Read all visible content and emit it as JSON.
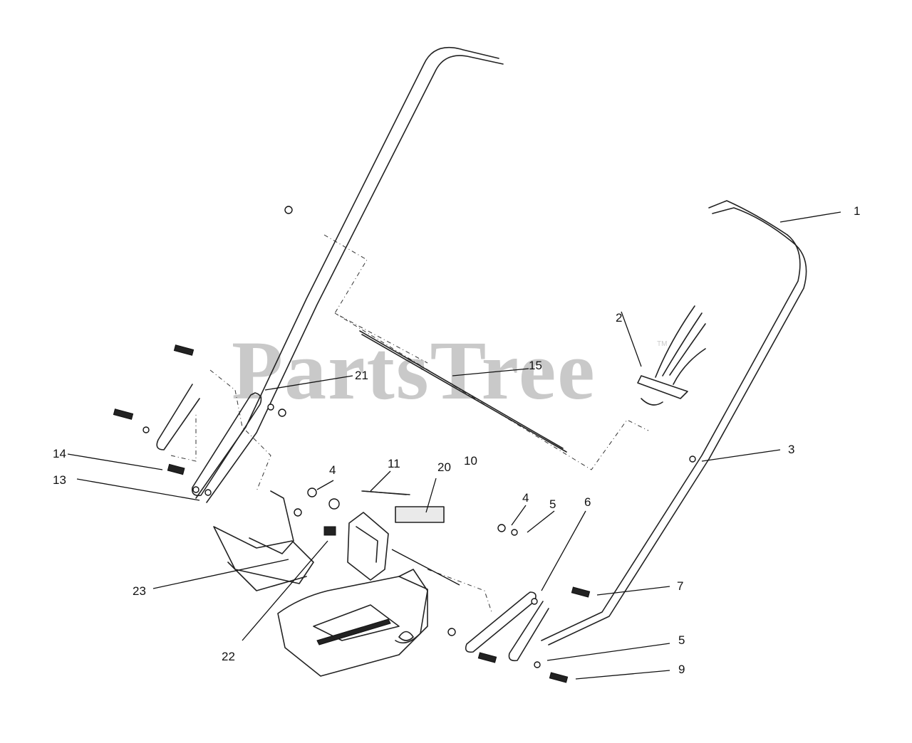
{
  "watermark": {
    "text": "PartsTree",
    "trademark": "TM"
  },
  "callouts": {
    "c1": "1",
    "c2": "2",
    "c3": "3",
    "c4a": "4",
    "c4b": "4",
    "c5a": "5",
    "c5b": "5",
    "c6": "6",
    "c7": "7",
    "c9": "9",
    "c10": "10",
    "c11": "11",
    "c13": "13",
    "c14": "14",
    "c15": "15",
    "c20": "20",
    "c21": "21",
    "c22": "22",
    "c23": "23"
  }
}
